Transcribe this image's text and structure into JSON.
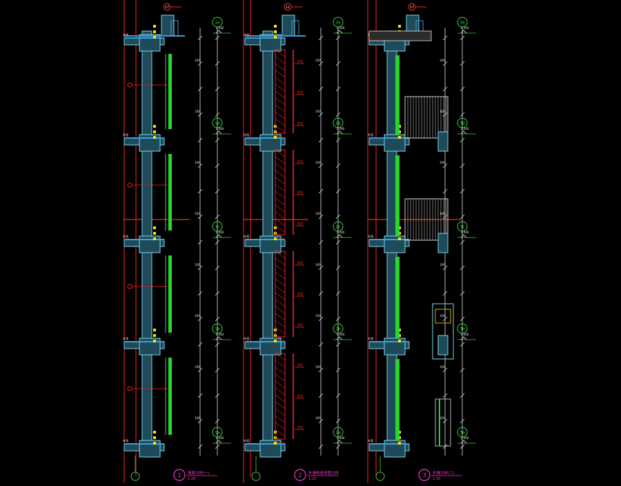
{
  "colors": {
    "background": "#000000",
    "grid_red": "#ff2020",
    "wall_cyan": "#7fd8f0",
    "wall_dark": "#1e4a5a",
    "slab_blue": "#3aa0e0",
    "glass_green": "#28d828",
    "dim_white": "#e8e8e8",
    "axis_green": "#3bd23b",
    "label_yellow": "#ffe400",
    "magenta": "#ff33cc",
    "text_white": "#f0f0f0"
  },
  "sections": [
    {
      "number": "1",
      "title": "墙身大样(一)",
      "scale": "1:20",
      "top_tag": "17",
      "levels": [
        "1a",
        "1b",
        "1c",
        "1d",
        "1e"
      ]
    },
    {
      "number": "2",
      "title": "外墙构造详图大样",
      "scale": "1:20",
      "top_tag": "11",
      "levels": [
        "2a",
        "2b",
        "2c",
        "2d",
        "2e"
      ]
    },
    {
      "number": "3",
      "title": "外墙大样(二)",
      "scale": "1:20",
      "top_tag": "17",
      "levels": [
        "3a",
        "3b",
        "3c",
        "3d",
        "3e"
      ]
    }
  ]
}
